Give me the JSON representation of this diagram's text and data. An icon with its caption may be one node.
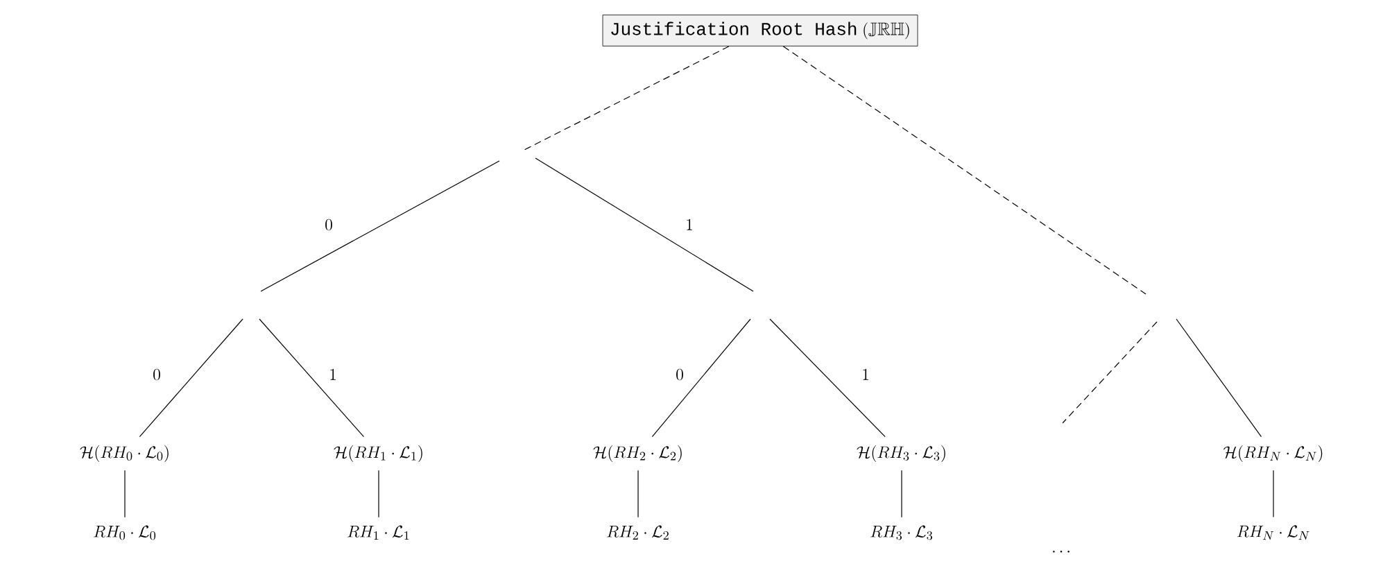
{
  "diagram": {
    "nodes": [
      {
        "text": [
          "\\texttt{Justification Root Hash}~(\\mathbb{JRH})"
        ]
      },
      {
        "text": [
          "\\mathcal{H}(RH_0 \\cdot \\mathcal{L}_0)"
        ]
      },
      {
        "text": [
          "\\mathcal{H}(RH_1 \\cdot \\mathcal{L}_1)"
        ]
      },
      {
        "text": [
          "\\mathcal{H}(RH_2 \\cdot \\mathcal{L}_2)"
        ]
      },
      {
        "text": [
          "\\mathcal{H}(RH_3 \\cdot \\mathcal{L}_3)"
        ]
      },
      {
        "text": [
          "\\mathcal{H}(RH_N \\cdot \\mathcal{L}_N)"
        ]
      },
      {
        "text": [
          "RH_0 \\cdot \\mathcal{L}_0"
        ]
      },
      {
        "text": [
          "RH_1 \\cdot \\mathcal{L}_1"
        ]
      },
      {
        "text": [
          "RH_2 \\cdot \\mathcal{L}_2"
        ]
      },
      {
        "text": [
          "RH_3 \\cdot \\mathcal{L}_3"
        ]
      },
      {
        "text": [
          "RH_N \\cdot \\mathcal{L}_N"
        ]
      }
    ],
    "edges": [
      {
        "from": 0,
        "to": null,
        "arrow": "none",
        "style": "dashed"
      },
      {
        "from": 0,
        "to": null,
        "arrow": "none",
        "style": "dashed"
      },
      {
        "from": null,
        "to": 1,
        "arrow": "none"
      },
      {
        "from": null,
        "to": 2,
        "arrow": "none"
      },
      {
        "from": null,
        "to": 3,
        "arrow": "none"
      },
      {
        "from": null,
        "to": 4,
        "arrow": "none"
      },
      {
        "from": null,
        "to": 5,
        "arrow": "none"
      },
      {
        "from": 1,
        "to": 6,
        "arrow": "none"
      },
      {
        "from": 2,
        "to": 7,
        "arrow": "none"
      },
      {
        "from": 3,
        "to": 8,
        "arrow": "none"
      },
      {
        "from": 4,
        "to": 9,
        "arrow": "none"
      },
      {
        "from": 5,
        "to": 10,
        "arrow": "none"
      }
    ],
    "labels": [
      "0",
      "1",
      "0",
      "1",
      "0",
      "1",
      "\\cdots"
    ]
  }
}
